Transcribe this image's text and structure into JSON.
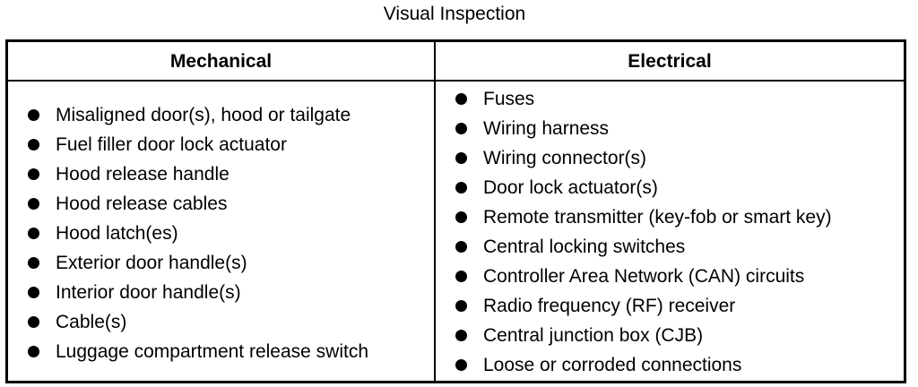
{
  "title": "Visual Inspection",
  "columns": {
    "mechanical": {
      "header": "Mechanical",
      "items": [
        "Misaligned door(s), hood or tailgate",
        "Fuel filler door lock actuator",
        "Hood release handle",
        "Hood release cables",
        "Hood latch(es)",
        "Exterior door handle(s)",
        "Interior door handle(s)",
        "Cable(s)",
        "Luggage compartment release switch"
      ]
    },
    "electrical": {
      "header": "Electrical",
      "items": [
        "Fuses",
        "Wiring harness",
        "Wiring connector(s)",
        "Door lock actuator(s)",
        "Remote transmitter (key-fob or smart key)",
        "Central locking switches",
        "Controller Area Network (CAN) circuits",
        "Radio frequency (RF) receiver",
        "Central junction box (CJB)",
        "Loose or corroded connections"
      ]
    }
  },
  "icons": {
    "bullet": "bullet-icon"
  }
}
